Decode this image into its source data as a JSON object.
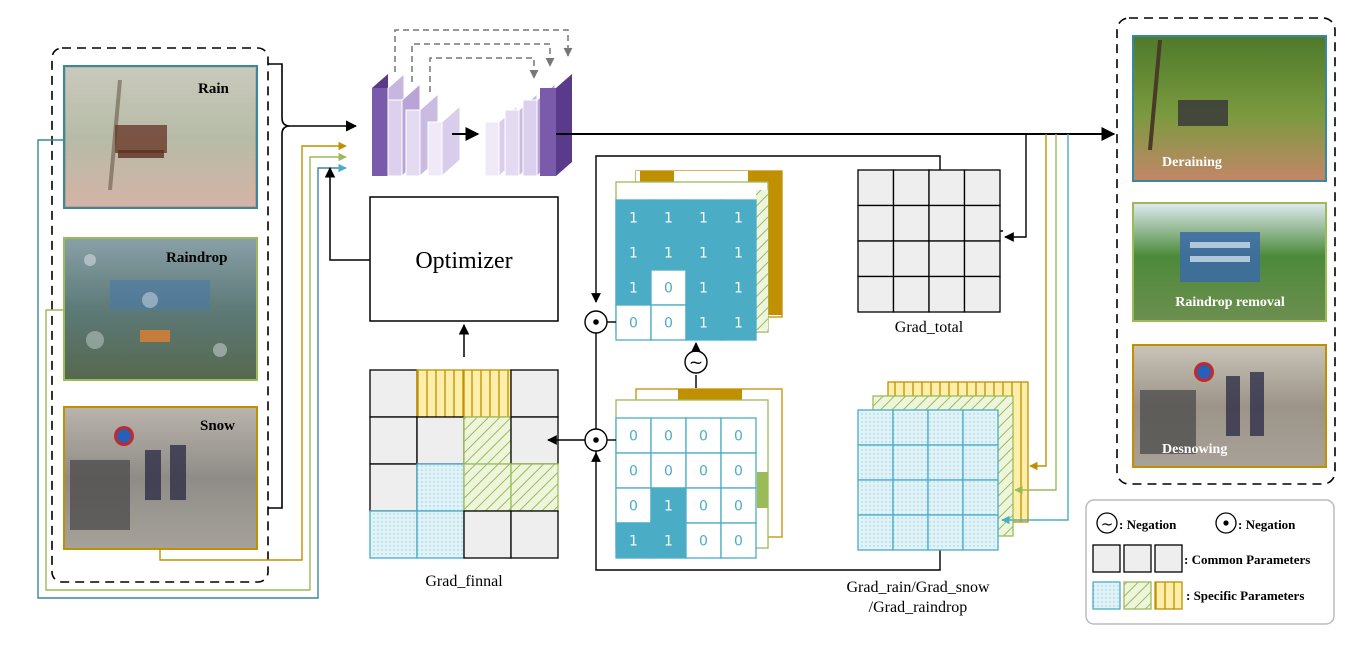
{
  "inputs": {
    "rain": "Rain",
    "raindrop": "Raindrop",
    "snow": "Snow"
  },
  "outputs": {
    "deraining": "Deraining",
    "raindrop_removal": "Raindrop removal",
    "desnowing": "Desnowing"
  },
  "optimizer": "Optimizer",
  "grad_total": "Grad_total",
  "grad_final": "Grad_finnal",
  "grad_specific_line1": "Grad_rain/Grad_snow",
  "grad_specific_line2": "/Grad_raindrop",
  "negation_symbol": "~",
  "dot_symbol": "⊙",
  "mask_top": [
    [
      "1",
      "1",
      "1",
      "1"
    ],
    [
      "1",
      "1",
      "1",
      "1"
    ],
    [
      "1",
      "0",
      "1",
      "1"
    ],
    [
      "0",
      "0",
      "1",
      "1"
    ]
  ],
  "mask_bottom": [
    [
      "0",
      "0",
      "0",
      "0"
    ],
    [
      "0",
      "0",
      "0",
      "0"
    ],
    [
      "0",
      "1",
      "0",
      "0"
    ],
    [
      "1",
      "1",
      "0",
      "0"
    ]
  ],
  "legend": {
    "tilde_label": ": Negation",
    "dot_label": ": Negation",
    "common_label": ": Common Parameters",
    "specific_label": ": Specific Parameters"
  },
  "colors": {
    "teal": "#4bacc6",
    "teal_dark": "#3a87a0",
    "green": "#9bbb59",
    "gold": "#c09000",
    "gold_light": "#fdeeaa",
    "purple_dark": "#6a4a9a",
    "grey_cell": "#eeeeee"
  }
}
